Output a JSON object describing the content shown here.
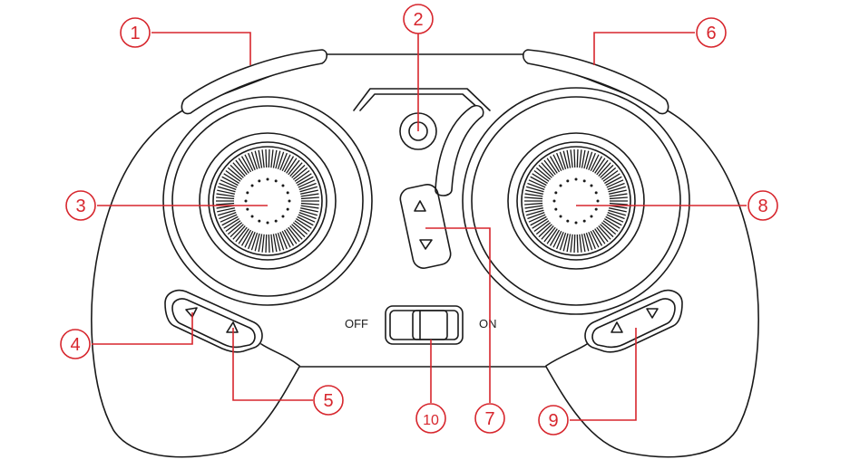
{
  "diagram": {
    "accent_color": "#d7262d",
    "outline_color": "#1a1a1a",
    "callouts": [
      {
        "id": "1",
        "label": "①"
      },
      {
        "id": "2",
        "label": "②"
      },
      {
        "id": "3",
        "label": "③"
      },
      {
        "id": "4",
        "label": "④"
      },
      {
        "id": "5",
        "label": "⑤"
      },
      {
        "id": "6",
        "label": "⑥"
      },
      {
        "id": "7",
        "label": "⑦"
      },
      {
        "id": "8",
        "label": "⑧"
      },
      {
        "id": "9",
        "label": "⑨"
      },
      {
        "id": "10",
        "label": "⑩"
      }
    ],
    "power_switch": {
      "off_label": "OFF",
      "on_label": "ON"
    },
    "icons": [
      "up-arrow-icon",
      "down-arrow-icon"
    ]
  }
}
